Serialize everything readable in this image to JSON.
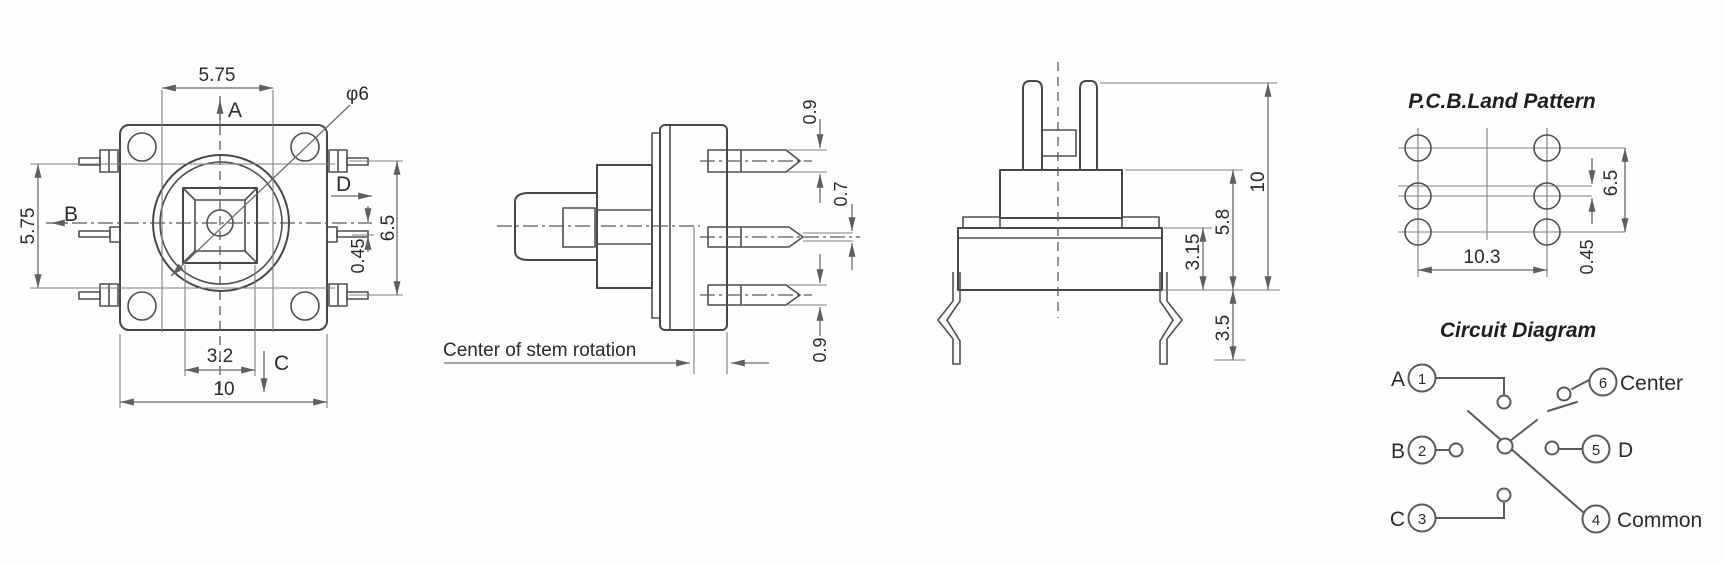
{
  "top_view": {
    "dim_top_width": "5.75",
    "dim_left_height": "5.75",
    "dim_stem_flat": "3.2",
    "dim_body_width": "10",
    "dim_shaft_diameter": "φ6",
    "dim_pin_row_span": "6.5",
    "dim_center_pin_offset": "0.45",
    "direction_up": "A",
    "direction_left": "B",
    "direction_down": "C",
    "direction_right": "D"
  },
  "side_view": {
    "dim_top_pin_width": "0.9",
    "dim_middle_pin_width": "0.7",
    "dim_bottom_pin_width": "0.9",
    "note": "Center of stem rotation"
  },
  "front_view": {
    "dim_total_height": "10",
    "dim_height_above_base": "5.8",
    "dim_base_height": "3.15",
    "dim_leg_length": "3.5"
  },
  "pcb_land_pattern": {
    "title": "P.C.B.Land Pattern",
    "dim_column_pitch": "10.3",
    "dim_row_span": "6.5",
    "dim_middle_row_offset": "0.45"
  },
  "circuit_diagram": {
    "title": "Circuit Diagram",
    "terminals": [
      {
        "number": "1",
        "label": "A"
      },
      {
        "number": "2",
        "label": "B"
      },
      {
        "number": "3",
        "label": "C"
      },
      {
        "number": "4",
        "label": "Common"
      },
      {
        "number": "5",
        "label": "D"
      },
      {
        "number": "6",
        "label": "Center"
      }
    ]
  }
}
